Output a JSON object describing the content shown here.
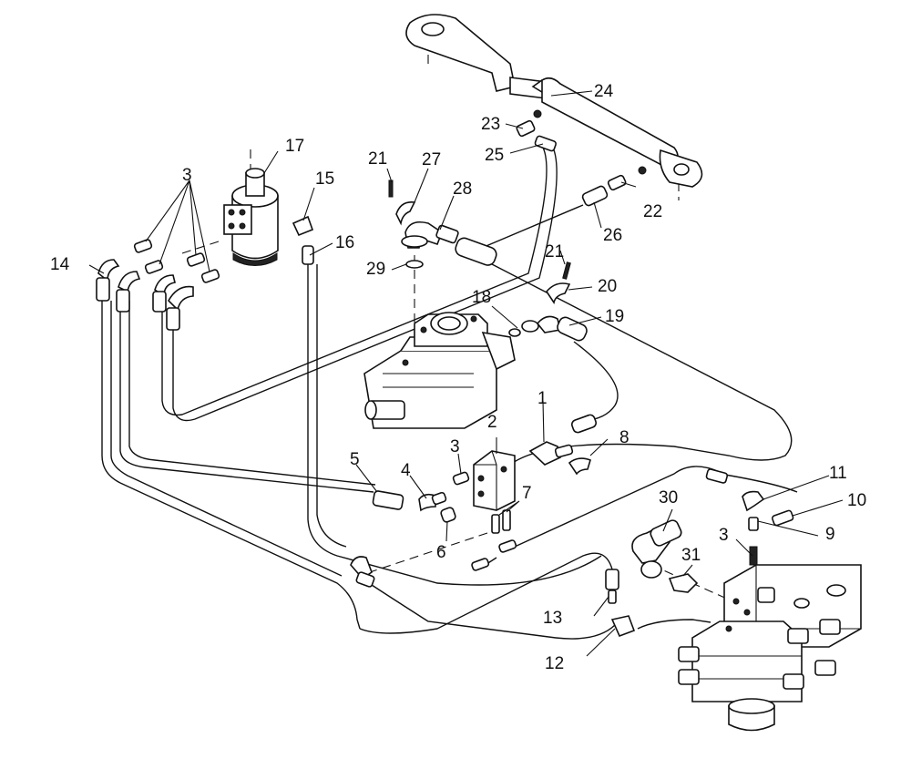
{
  "callouts": [
    {
      "id": "c1",
      "text": "1"
    },
    {
      "id": "c2",
      "text": "2"
    },
    {
      "id": "c3a",
      "text": "3"
    },
    {
      "id": "c3b",
      "text": "3"
    },
    {
      "id": "c3c",
      "text": "3"
    },
    {
      "id": "c4",
      "text": "4"
    },
    {
      "id": "c5",
      "text": "5"
    },
    {
      "id": "c6",
      "text": "6"
    },
    {
      "id": "c7",
      "text": "7"
    },
    {
      "id": "c8",
      "text": "8"
    },
    {
      "id": "c9",
      "text": "9"
    },
    {
      "id": "c10",
      "text": "10"
    },
    {
      "id": "c11",
      "text": "11"
    },
    {
      "id": "c12",
      "text": "12"
    },
    {
      "id": "c13",
      "text": "13"
    },
    {
      "id": "c14",
      "text": "14"
    },
    {
      "id": "c15",
      "text": "15"
    },
    {
      "id": "c16",
      "text": "16"
    },
    {
      "id": "c17",
      "text": "17"
    },
    {
      "id": "c18",
      "text": "18"
    },
    {
      "id": "c19",
      "text": "19"
    },
    {
      "id": "c20",
      "text": "20"
    },
    {
      "id": "c21a",
      "text": "21"
    },
    {
      "id": "c21b",
      "text": "21"
    },
    {
      "id": "c22",
      "text": "22"
    },
    {
      "id": "c23",
      "text": "23"
    },
    {
      "id": "c24",
      "text": "24"
    },
    {
      "id": "c25",
      "text": "25"
    },
    {
      "id": "c26",
      "text": "26"
    },
    {
      "id": "c27",
      "text": "27"
    },
    {
      "id": "c28",
      "text": "28"
    },
    {
      "id": "c29",
      "text": "29"
    },
    {
      "id": "c30",
      "text": "30"
    },
    {
      "id": "c31",
      "text": "31"
    }
  ]
}
